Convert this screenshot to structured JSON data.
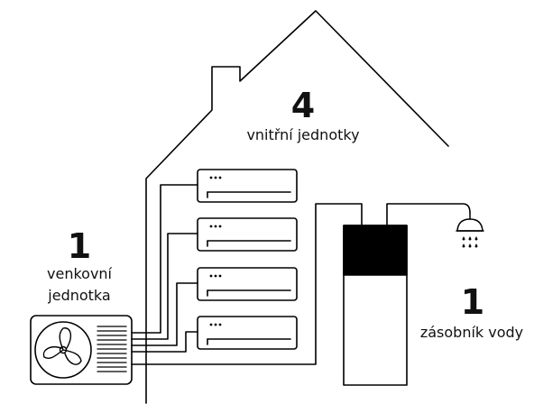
{
  "indoor": {
    "count": "4",
    "label": "vnitřní jednotky"
  },
  "outdoor": {
    "count": "1",
    "label_line1": "venkovní",
    "label_line2": "jednotka"
  },
  "tank": {
    "count": "1",
    "label": "zásobník vody"
  }
}
